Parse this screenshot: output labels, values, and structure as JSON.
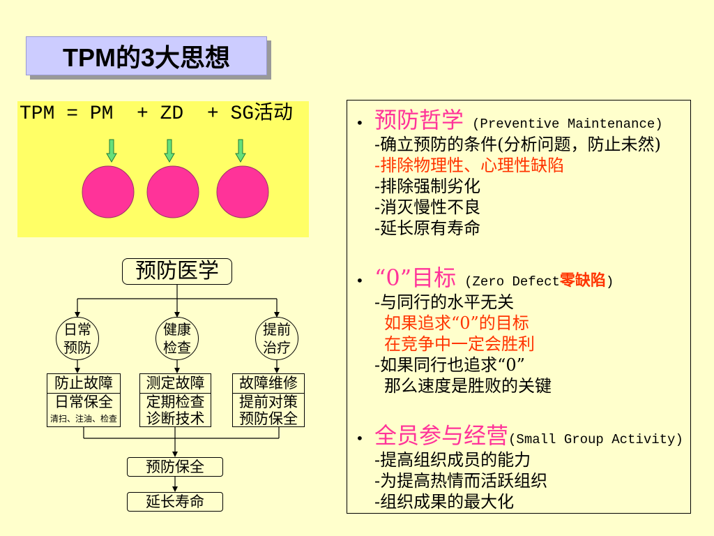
{
  "slide": {
    "title": "TPM的3大思想"
  },
  "formula": {
    "text": "TPM = PM  + ZD  + SG活动"
  },
  "flow": {
    "root": "预防医学",
    "branches": [
      {
        "node": [
          "日常",
          "预防"
        ],
        "box": [
          "防止故障",
          "日常保全",
          "清扫、注油、检查"
        ]
      },
      {
        "node": [
          "健康",
          "检查"
        ],
        "box": [
          "测定故障",
          "定期检查",
          "诊断技术"
        ]
      },
      {
        "node": [
          "提前",
          "治疗"
        ],
        "box": [
          "故障维修",
          "提前对策",
          "预防保全"
        ]
      }
    ],
    "merge": "预防保全",
    "result": "延长寿命"
  },
  "right_panel": {
    "bullet": "•",
    "sections": [
      {
        "heading": "预防哲学",
        "suffix": "(Preventive Maintenance)",
        "lines": [
          "-确立预防的条件(分析问题，防止未然)",
          "-排除物理性、心理性缺陷",
          "-排除强制劣化",
          "-消灭慢性不良",
          "-延长原有寿命"
        ]
      },
      {
        "heading": "“0”目标",
        "suffix": "(Zero Defect",
        "suffix_em": "零缺陷",
        "suffix_end": ")",
        "lines": [
          "-与同行的水平无关",
          "如果追求“0”的目标",
          "在竞争中一定会胜利",
          "-如果同行也追求“0”",
          "那么速度是胜败的关键"
        ]
      },
      {
        "heading": "全员参与经营",
        "suffix": "(Small Group Activity)",
        "lines": [
          "-提高组织成员的能力",
          "-为提高热情而活跃组织",
          "-组织成果的最大化"
        ]
      }
    ]
  },
  "colors": {
    "background": "#FFFFCC",
    "title_box": "#CCCCFF",
    "title_shadow": "#999999",
    "formula_box": "#FFFF66",
    "arrow": "#66E07A",
    "circle": "#FF3399",
    "heading": "#FF3399",
    "highlight": "#FF3300"
  }
}
